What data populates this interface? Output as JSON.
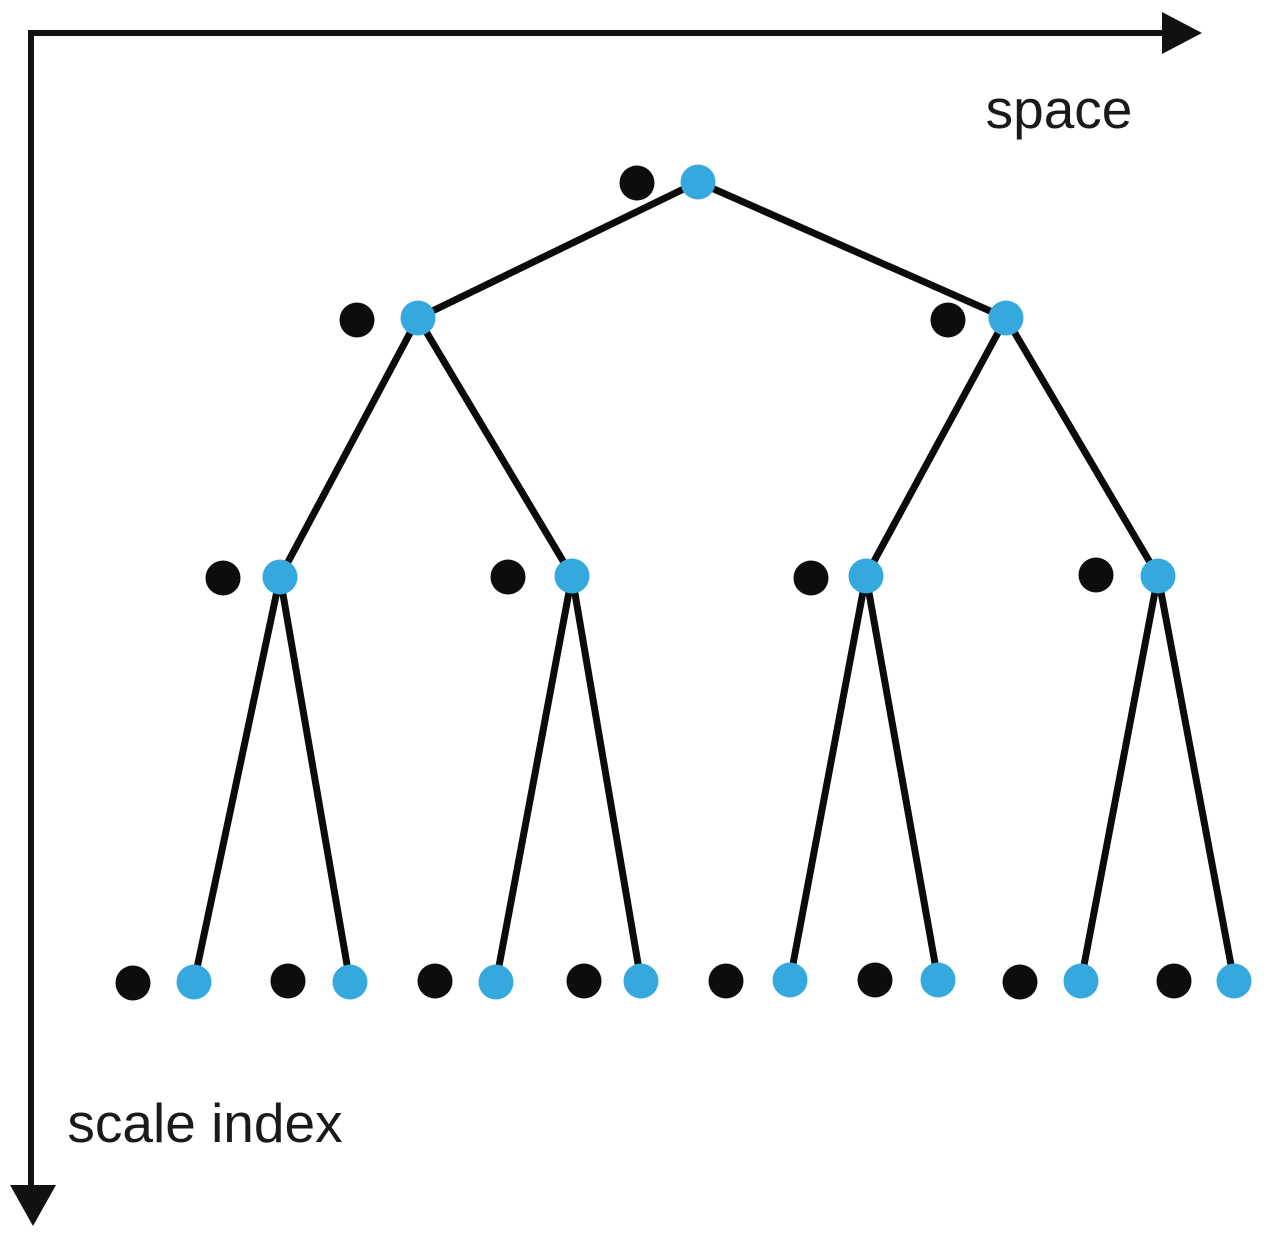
{
  "diagram": {
    "axes": {
      "x_label": "space",
      "y_label": "scale index"
    },
    "colors": {
      "blue_node": "#35A9DE",
      "black_node": "#0d0d0d",
      "edge": "#0b0b0b",
      "axis": "#111111",
      "label": "#1a1a1a",
      "background": "#ffffff"
    },
    "node_radius": 17.5,
    "edge_width": 7,
    "levels": [
      {
        "pairs": [
          {
            "black": [
              637,
              183
            ],
            "blue": [
              698,
              182
            ]
          }
        ]
      },
      {
        "pairs": [
          {
            "black": [
              357,
              320
            ],
            "blue": [
              418,
              318
            ]
          },
          {
            "black": [
              948,
              320
            ],
            "blue": [
              1006,
              318
            ]
          }
        ]
      },
      {
        "pairs": [
          {
            "black": [
              223,
              578
            ],
            "blue": [
              280,
              577
            ]
          },
          {
            "black": [
              508,
              577
            ],
            "blue": [
              572,
              576
            ]
          },
          {
            "black": [
              811,
              578
            ],
            "blue": [
              866,
              576
            ]
          },
          {
            "black": [
              1096,
              575
            ],
            "blue": [
              1158,
              576
            ]
          }
        ]
      },
      {
        "pairs": [
          {
            "black": [
              133,
              983
            ],
            "blue": [
              194,
              982
            ]
          },
          {
            "black": [
              288,
              981
            ],
            "blue": [
              350,
              982
            ]
          },
          {
            "black": [
              435,
              981
            ],
            "blue": [
              496,
              982
            ]
          },
          {
            "black": [
              584,
              981
            ],
            "blue": [
              641,
              981
            ]
          },
          {
            "black": [
              726,
              981
            ],
            "blue": [
              790,
              980
            ]
          },
          {
            "black": [
              875,
              980
            ],
            "blue": [
              938,
              980
            ]
          },
          {
            "black": [
              1020,
              982
            ],
            "blue": [
              1081,
              981
            ]
          },
          {
            "black": [
              1174,
              981
            ],
            "blue": [
              1234,
              981
            ]
          }
        ]
      }
    ],
    "edges": [
      {
        "from": [
          0,
          0
        ],
        "to": [
          1,
          0
        ]
      },
      {
        "from": [
          0,
          0
        ],
        "to": [
          1,
          1
        ]
      },
      {
        "from": [
          1,
          0
        ],
        "to": [
          2,
          0
        ]
      },
      {
        "from": [
          1,
          0
        ],
        "to": [
          2,
          1
        ]
      },
      {
        "from": [
          1,
          1
        ],
        "to": [
          2,
          2
        ]
      },
      {
        "from": [
          1,
          1
        ],
        "to": [
          2,
          3
        ]
      },
      {
        "from": [
          2,
          0
        ],
        "to": [
          3,
          0
        ]
      },
      {
        "from": [
          2,
          0
        ],
        "to": [
          3,
          1
        ]
      },
      {
        "from": [
          2,
          1
        ],
        "to": [
          3,
          2
        ]
      },
      {
        "from": [
          2,
          1
        ],
        "to": [
          3,
          3
        ]
      },
      {
        "from": [
          2,
          2
        ],
        "to": [
          3,
          4
        ]
      },
      {
        "from": [
          2,
          2
        ],
        "to": [
          3,
          5
        ]
      },
      {
        "from": [
          2,
          3
        ],
        "to": [
          3,
          6
        ]
      },
      {
        "from": [
          2,
          3
        ],
        "to": [
          3,
          7
        ]
      }
    ]
  }
}
